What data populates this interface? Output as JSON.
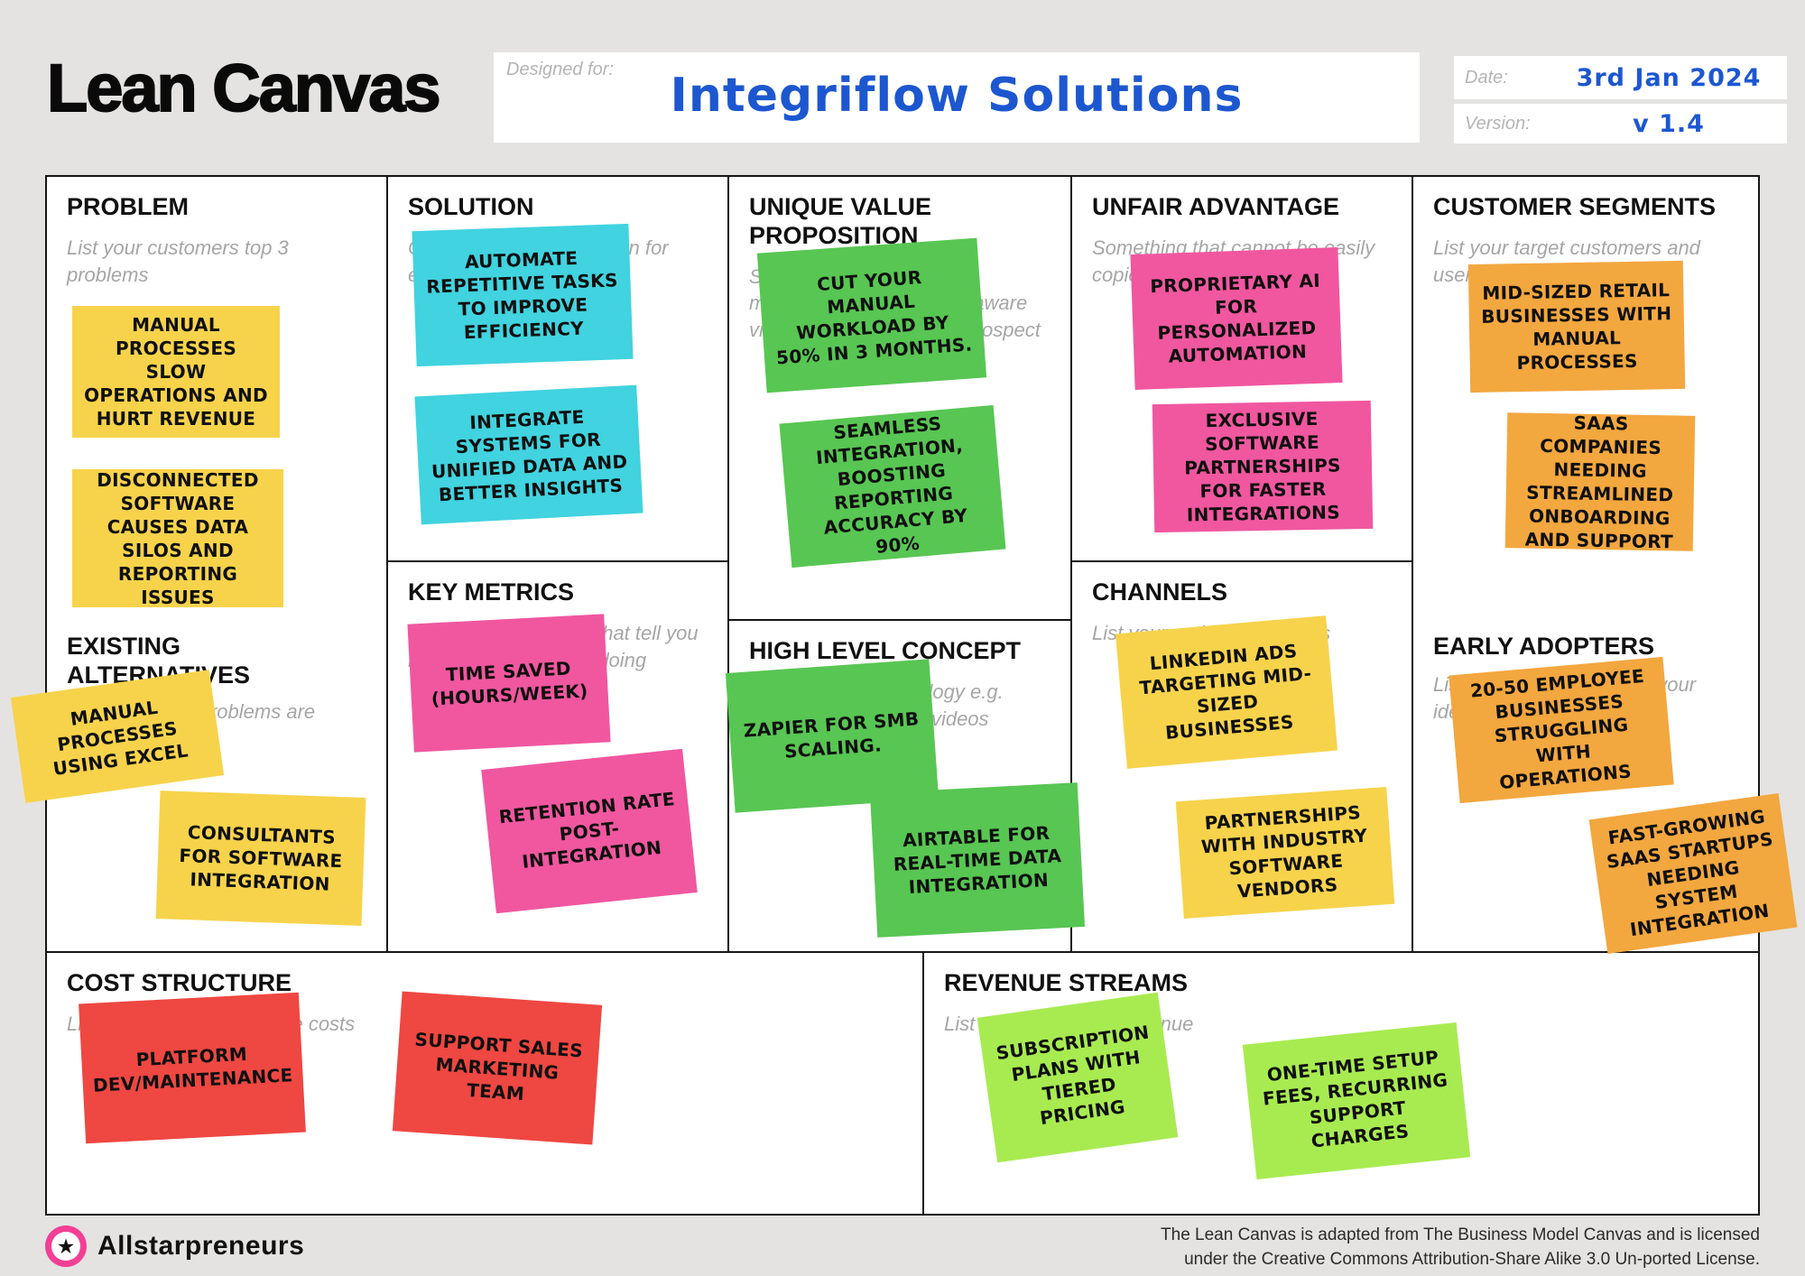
{
  "header": {
    "title": "Lean Canvas",
    "designed_for_label": "Designed for:",
    "designed_for_value": "Integriflow Solutions",
    "date_label": "Date:",
    "date_value": "3rd Jan 2024",
    "version_label": "Version:",
    "version_value": "v 1.4"
  },
  "palette": {
    "background": "#E4E3E1",
    "cell_border": "#161616",
    "note_yellow": "#F7D34C",
    "note_cyan": "#41D3DF",
    "note_green": "#58C653",
    "note_pink": "#F0579F",
    "note_orange": "#F3A73F",
    "note_red": "#EF4742",
    "note_lime": "#A8EB51",
    "handwriting_blue": "#1D57D0",
    "placeholder_gray": "#A6A6A6",
    "logo_pink": "#F23F96"
  },
  "sections": {
    "problem": {
      "title": "PROBLEM",
      "placeholder": "List your customers top 3 problems",
      "notes": [
        "MANUAL PROCESSES SLOW OPERATIONS AND HURT REVENUE",
        "DISCONNECTED SOFTWARE CAUSES DATA SILOS AND REPORTING ISSUES"
      ]
    },
    "existing_alternatives": {
      "title": "EXISTING ALTERNATIVES",
      "placeholder": "List how these problems are solved today",
      "notes": [
        "MANUAL PROCESSES USING EXCEL",
        "CONSULTANTS FOR SOFTWARE INTEGRATION"
      ]
    },
    "solution": {
      "title": "SOLUTION",
      "placeholder": "Outline a possible solution for each problem",
      "notes": [
        "AUTOMATE REPETITIVE TASKS TO IMPROVE EFFICIENCY",
        "INTEGRATE SYSTEMS FOR UNIFIED DATA AND BETTER INSIGHTS"
      ]
    },
    "key_metrics": {
      "title": "KEY METRICS",
      "placeholder": "List the key numbers that tell you how your business is doing",
      "notes": [
        "TIME SAVED (HOURS/WEEK)",
        "RETENTION RATE POST-INTEGRATION"
      ]
    },
    "unique_value_proposition": {
      "title": "UNIQUE VALUE PROPOSITION",
      "placeholder": "Single, clear, compelling message that turns an unaware visitor into an interested prospect",
      "notes": [
        "CUT YOUR MANUAL WORKLOAD BY 50% IN 3 MONTHS.",
        "SEAMLESS INTEGRATION, BOOSTING REPORTING ACCURACY BY 90%"
      ]
    },
    "high_level_concept": {
      "title": "HIGH LEVEL CONCEPT",
      "placeholder": "List your X for Y analogy e.g. YouTube = Flickr for videos",
      "notes": [
        "ZAPIER FOR SMB SCALING.",
        "AIRTABLE FOR REAL-TIME DATA INTEGRATION"
      ]
    },
    "unfair_advantage": {
      "title": "UNFAIR ADVANTAGE",
      "placeholder": "Something that cannot be easily copied or bought",
      "notes": [
        "PROPRIETARY AI FOR PERSONALIZED AUTOMATION",
        "EXCLUSIVE SOFTWARE PARTNERSHIPS FOR FASTER INTEGRATIONS"
      ]
    },
    "channels": {
      "title": "CHANNELS",
      "placeholder": "List your path to customers",
      "notes": [
        "LINKEDIN ADS TARGETING MID-SIZED BUSINESSES",
        "PARTNERSHIPS WITH INDUSTRY SOFTWARE VENDORS"
      ]
    },
    "customer_segments": {
      "title": "CUSTOMER SEGMENTS",
      "placeholder": "List your target customers and users",
      "notes": [
        "MID-SIZED RETAIL BUSINESSES WITH MANUAL PROCESSES",
        "SAAS COMPANIES NEEDING STREAMLINED ONBOARDING AND SUPPORT"
      ]
    },
    "early_adopters": {
      "title": "EARLY ADOPTERS",
      "placeholder": "List the characteristics of your ideal customers",
      "notes": [
        "20-50 EMPLOYEE BUSINESSES STRUGGLING WITH OPERATIONS",
        "FAST-GROWING SAAS STARTUPS NEEDING SYSTEM INTEGRATION"
      ]
    },
    "cost_structure": {
      "title": "COST STRUCTURE",
      "placeholder": "List your fixed and variable costs",
      "notes": [
        "PLATFORM DEV/MAINTENANCE",
        "SUPPORT SALES MARKETING TEAM"
      ]
    },
    "revenue_streams": {
      "title": "REVENUE STREAMS",
      "placeholder": "List your sources of revenue",
      "notes": [
        "SUBSCRIPTION PLANS WITH TIERED PRICING",
        "ONE-TIME SETUP FEES, RECURRING SUPPORT CHARGES"
      ]
    }
  },
  "footer": {
    "brand": "Allstarpreneurs",
    "license_line1": "The Lean Canvas is adapted from The Business Model Canvas and is licensed",
    "license_line2": "under the Creative Commons Attribution-Share Alike 3.0 Un-ported License."
  }
}
